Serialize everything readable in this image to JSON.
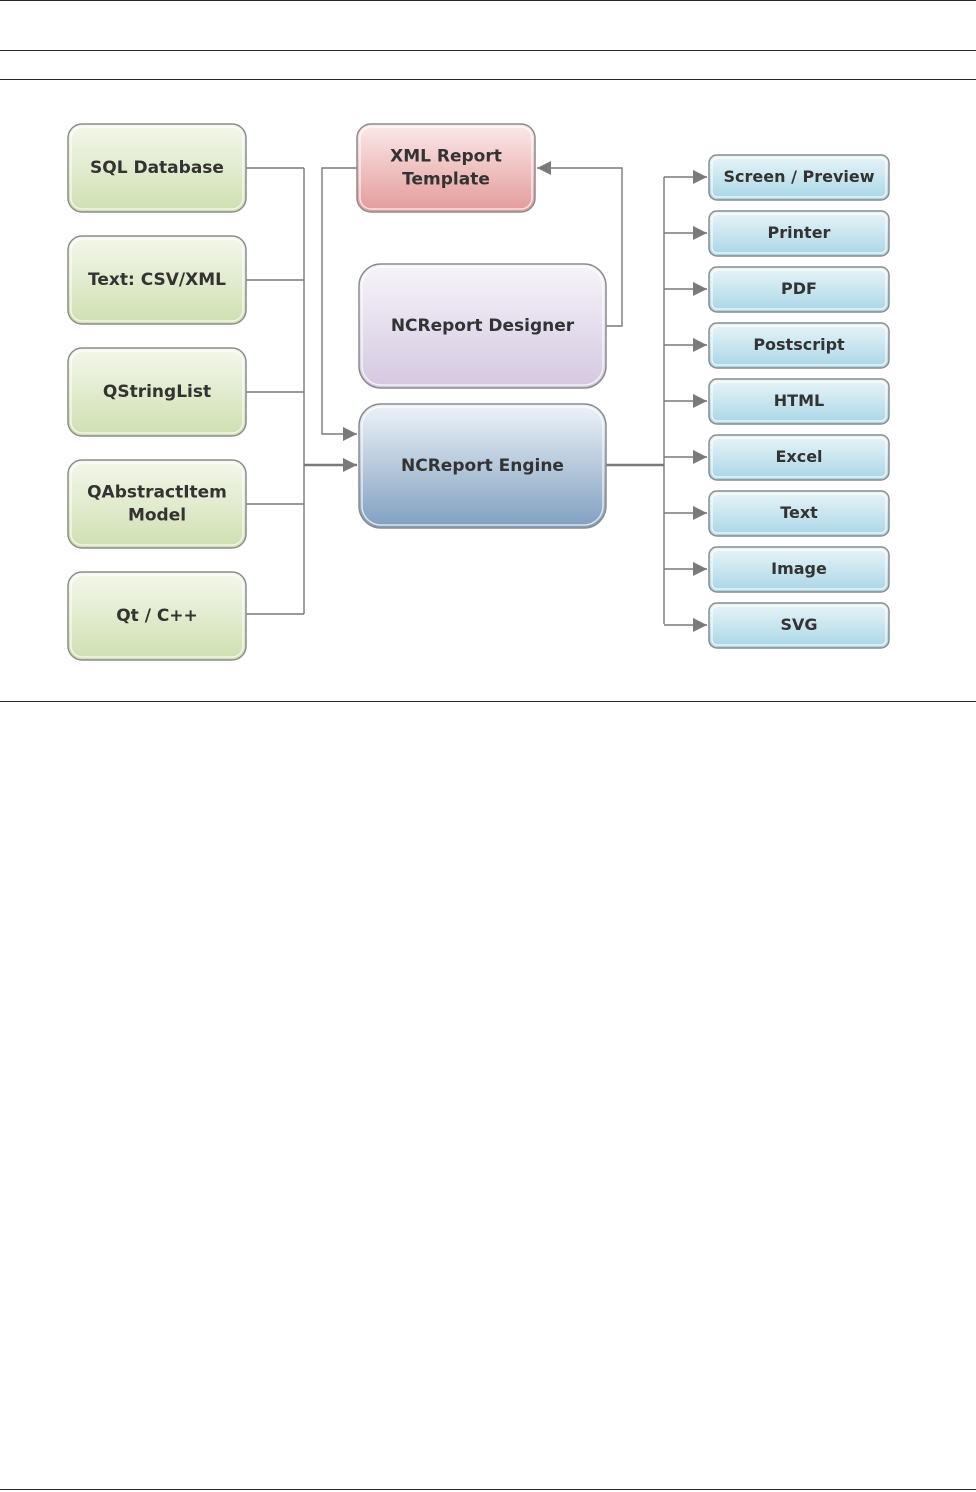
{
  "diagram": {
    "sources": [
      {
        "lines": [
          "SQL Database"
        ]
      },
      {
        "lines": [
          "Text: CSV/XML"
        ]
      },
      {
        "lines": [
          "QStringList"
        ]
      },
      {
        "lines": [
          "QAbstractItem",
          "Model"
        ]
      },
      {
        "lines": [
          "Qt / C++"
        ]
      }
    ],
    "template": {
      "lines": [
        "XML Report",
        "Template"
      ]
    },
    "designer": {
      "lines": [
        "NCReport Designer"
      ]
    },
    "engine": {
      "lines": [
        "NCReport Engine"
      ]
    },
    "outputs": [
      "Screen / Preview",
      "Printer",
      "PDF",
      "Postscript",
      "HTML",
      "Excel",
      "Text",
      "Image",
      "SVG"
    ],
    "colors": {
      "source_top": "#f4f8ec",
      "source_bottom": "#cfdfb0",
      "template_top": "#fbeaea",
      "template_bottom": "#e49a9a",
      "designer_top": "#f7f4fa",
      "designer_bottom": "#d4c8e0",
      "engine_top": "#eef3f8",
      "engine_bottom": "#7f9fc0",
      "output_top": "#e9f5f9",
      "output_bottom": "#a9d6e6",
      "border": "#8c8c8c",
      "connector": "#7a7a7a"
    }
  }
}
